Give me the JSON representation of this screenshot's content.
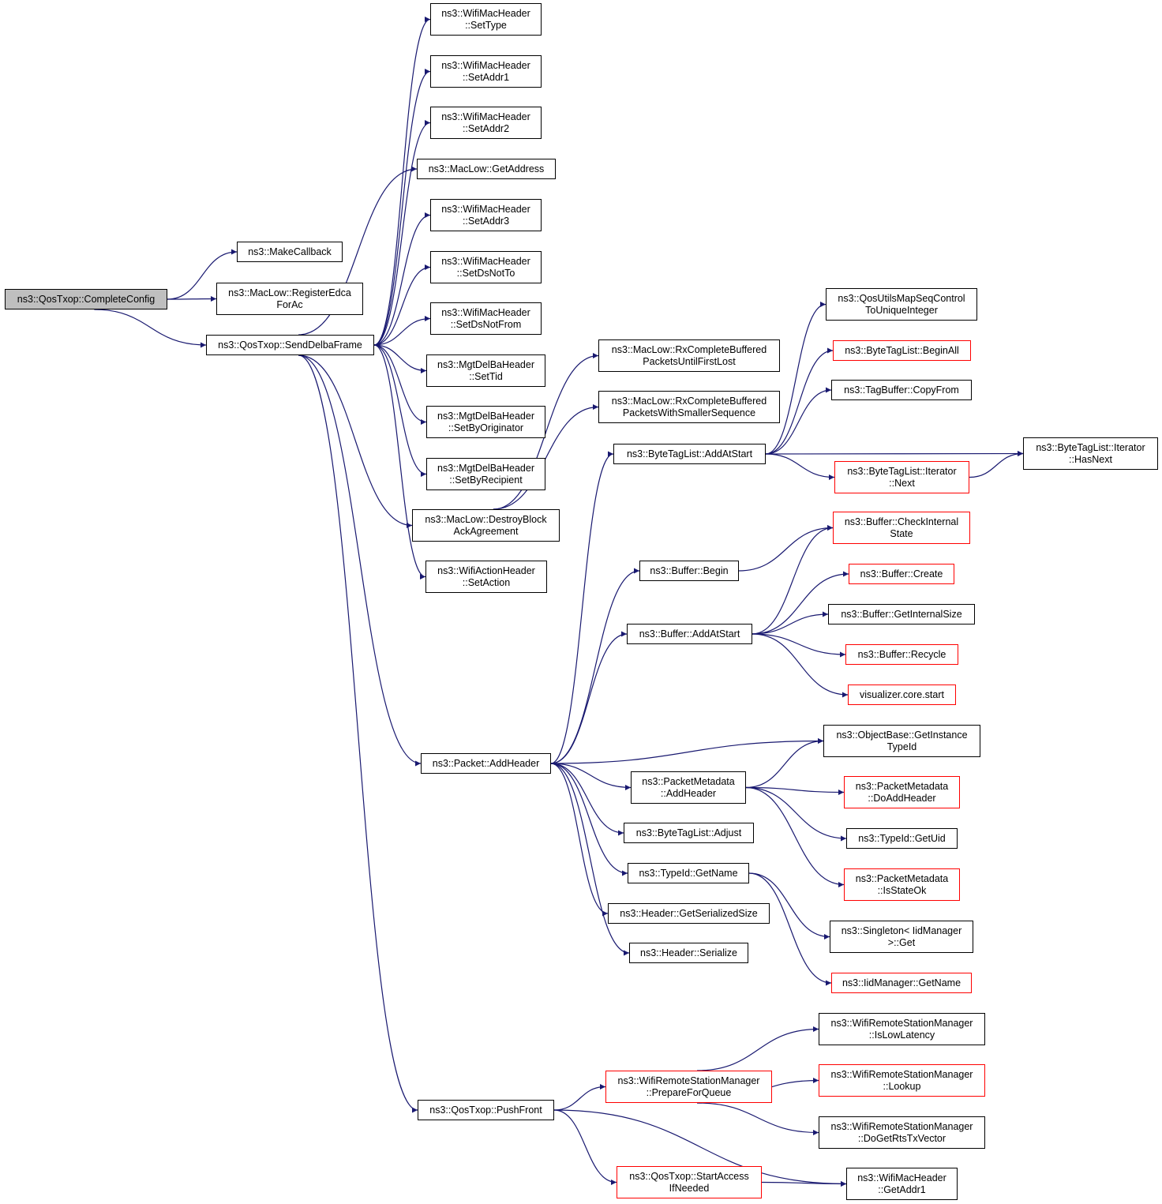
{
  "colors": {
    "edge": "#191970",
    "root_fill": "#bfbfbf",
    "node_border": "#000000",
    "truncated_border": "#ff0000"
  },
  "nodes": {
    "complete_config": "ns3::QosTxop::CompleteConfig",
    "make_callback": "ns3::MakeCallback",
    "register_edca": "ns3::MacLow::RegisterEdca\nForAc",
    "send_delba_frame": "ns3::QosTxop::SendDelbaFrame",
    "set_type": "ns3::WifiMacHeader\n::SetType",
    "set_addr1": "ns3::WifiMacHeader\n::SetAddr1",
    "set_addr2": "ns3::WifiMacHeader\n::SetAddr2",
    "get_address": "ns3::MacLow::GetAddress",
    "set_addr3": "ns3::WifiMacHeader\n::SetAddr3",
    "set_ds_not_to": "ns3::WifiMacHeader\n::SetDsNotTo",
    "set_ds_not_from": "ns3::WifiMacHeader\n::SetDsNotFrom",
    "set_tid": "ns3::MgtDelBaHeader\n::SetTid",
    "set_by_originator": "ns3::MgtDelBaHeader\n::SetByOriginator",
    "set_by_recipient": "ns3::MgtDelBaHeader\n::SetByRecipient",
    "destroy_block_ack": "ns3::MacLow::DestroyBlock\nAckAgreement",
    "set_action": "ns3::WifiActionHeader\n::SetAction",
    "rx_until_first_lost": "ns3::MacLow::RxCompleteBuffered\nPacketsUntilFirstLost",
    "rx_smaller_sequence": "ns3::MacLow::RxCompleteBuffered\nPacketsWithSmallerSequence",
    "qos_utils_map": "ns3::QosUtilsMapSeqControl\nToUniqueInteger",
    "byte_tag_begin_all": "ns3::ByteTagList::BeginAll",
    "tag_buffer_copy_from": "ns3::TagBuffer::CopyFrom",
    "byte_tag_add_at_start": "ns3::ByteTagList::AddAtStart",
    "iterator_has_next": "ns3::ByteTagList::Iterator\n::HasNext",
    "iterator_next": "ns3::ByteTagList::Iterator\n::Next",
    "buffer_check_internal": "ns3::Buffer::CheckInternal\nState",
    "buffer_begin": "ns3::Buffer::Begin",
    "buffer_create": "ns3::Buffer::Create",
    "buffer_get_internal_size": "ns3::Buffer::GetInternalSize",
    "buffer_add_at_start": "ns3::Buffer::AddAtStart",
    "buffer_recycle": "ns3::Buffer::Recycle",
    "visualizer_start": "visualizer.core.start",
    "get_instance_type_id": "ns3::ObjectBase::GetInstance\nTypeId",
    "packet_add_header": "ns3::Packet::AddHeader",
    "metadata_add_header": "ns3::PacketMetadata\n::AddHeader",
    "metadata_do_add_header": "ns3::PacketMetadata\n::DoAddHeader",
    "byte_tag_adjust": "ns3::ByteTagList::Adjust",
    "type_id_get_uid": "ns3::TypeId::GetUid",
    "type_id_get_name": "ns3::TypeId::GetName",
    "metadata_is_state_ok": "ns3::PacketMetadata\n::IsStateOk",
    "header_serialized_size": "ns3::Header::GetSerializedSize",
    "singleton_get": "ns3::Singleton< IidManager\n>::Get",
    "header_serialize": "ns3::Header::Serialize",
    "iid_manager_get_name": "ns3::IidManager::GetName",
    "is_low_latency": "ns3::WifiRemoteStationManager\n::IsLowLatency",
    "prepare_for_queue": "ns3::WifiRemoteStationManager\n::PrepareForQueue",
    "lookup": "ns3::WifiRemoteStationManager\n::Lookup",
    "push_front": "ns3::QosTxop::PushFront",
    "do_get_rts_tx_vector": "ns3::WifiRemoteStationManager\n::DoGetRtsTxVector",
    "start_access_if_needed": "ns3::QosTxop::StartAccess\nIfNeeded",
    "get_addr1": "ns3::WifiMacHeader\n::GetAddr1"
  },
  "truncated": [
    "byte_tag_begin_all",
    "iterator_next",
    "buffer_check_internal",
    "buffer_create",
    "buffer_recycle",
    "visualizer_start",
    "metadata_do_add_header",
    "metadata_is_state_ok",
    "iid_manager_get_name",
    "prepare_for_queue",
    "lookup",
    "start_access_if_needed"
  ],
  "edges": [
    [
      "complete_config",
      "make_callback"
    ],
    [
      "complete_config",
      "register_edca"
    ],
    [
      "complete_config",
      "send_delba_frame"
    ],
    [
      "send_delba_frame",
      "set_type"
    ],
    [
      "send_delba_frame",
      "set_addr1"
    ],
    [
      "send_delba_frame",
      "set_addr2"
    ],
    [
      "send_delba_frame",
      "get_address"
    ],
    [
      "send_delba_frame",
      "set_addr3"
    ],
    [
      "send_delba_frame",
      "set_ds_not_to"
    ],
    [
      "send_delba_frame",
      "set_ds_not_from"
    ],
    [
      "send_delba_frame",
      "set_tid"
    ],
    [
      "send_delba_frame",
      "set_by_originator"
    ],
    [
      "send_delba_frame",
      "set_by_recipient"
    ],
    [
      "send_delba_frame",
      "destroy_block_ack"
    ],
    [
      "send_delba_frame",
      "set_action"
    ],
    [
      "send_delba_frame",
      "packet_add_header"
    ],
    [
      "send_delba_frame",
      "push_front"
    ],
    [
      "destroy_block_ack",
      "rx_until_first_lost"
    ],
    [
      "destroy_block_ack",
      "rx_smaller_sequence"
    ],
    [
      "packet_add_header",
      "byte_tag_add_at_start"
    ],
    [
      "packet_add_header",
      "buffer_begin"
    ],
    [
      "packet_add_header",
      "buffer_add_at_start"
    ],
    [
      "packet_add_header",
      "get_instance_type_id"
    ],
    [
      "packet_add_header",
      "metadata_add_header"
    ],
    [
      "packet_add_header",
      "byte_tag_adjust"
    ],
    [
      "packet_add_header",
      "type_id_get_name"
    ],
    [
      "packet_add_header",
      "header_serialized_size"
    ],
    [
      "packet_add_header",
      "header_serialize"
    ],
    [
      "byte_tag_add_at_start",
      "qos_utils_map"
    ],
    [
      "byte_tag_add_at_start",
      "byte_tag_begin_all"
    ],
    [
      "byte_tag_add_at_start",
      "tag_buffer_copy_from"
    ],
    [
      "byte_tag_add_at_start",
      "iterator_has_next"
    ],
    [
      "byte_tag_add_at_start",
      "iterator_next"
    ],
    [
      "iterator_next",
      "iterator_has_next"
    ],
    [
      "buffer_begin",
      "buffer_check_internal"
    ],
    [
      "buffer_add_at_start",
      "buffer_check_internal"
    ],
    [
      "buffer_add_at_start",
      "buffer_create"
    ],
    [
      "buffer_add_at_start",
      "buffer_get_internal_size"
    ],
    [
      "buffer_add_at_start",
      "buffer_recycle"
    ],
    [
      "buffer_add_at_start",
      "visualizer_start"
    ],
    [
      "metadata_add_header",
      "get_instance_type_id"
    ],
    [
      "metadata_add_header",
      "metadata_do_add_header"
    ],
    [
      "metadata_add_header",
      "type_id_get_uid"
    ],
    [
      "metadata_add_header",
      "metadata_is_state_ok"
    ],
    [
      "type_id_get_name",
      "singleton_get"
    ],
    [
      "type_id_get_name",
      "iid_manager_get_name"
    ],
    [
      "push_front",
      "prepare_for_queue"
    ],
    [
      "push_front",
      "start_access_if_needed"
    ],
    [
      "push_front",
      "get_addr1"
    ],
    [
      "prepare_for_queue",
      "is_low_latency"
    ],
    [
      "prepare_for_queue",
      "lookup"
    ],
    [
      "prepare_for_queue",
      "do_get_rts_tx_vector"
    ],
    [
      "start_access_if_needed",
      "get_addr1"
    ]
  ]
}
